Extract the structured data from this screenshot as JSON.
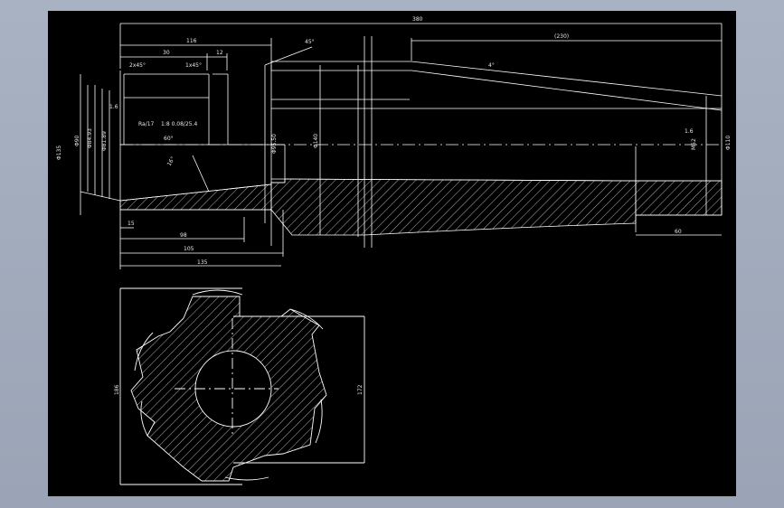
{
  "drawing": {
    "colors": {
      "background": "#000000",
      "line": "#ffffff",
      "frame_surround": "#a9b2c2"
    },
    "top_view": {
      "dims": {
        "overall_length": "380",
        "shank_length": "116",
        "collar_len": "30",
        "head_small": "12",
        "chamfer_a": "2x45°",
        "chamfer_b": "1x45°",
        "taper_len": "(230)",
        "angle_top": "45°",
        "angle_taper": "4°",
        "surface_a": "1.6",
        "surface_b": "1.6",
        "gdt_note": "Ra/17",
        "gdt_tol": "1:8 0.08/25.4",
        "angle_inner": "60°",
        "dia_left_1": "Φ135",
        "dia_left_2": "Φ90",
        "dia_left_3": "Φ84.93",
        "dia_left_4": "Φ81.89",
        "dia_mid_1": "Φ95.50",
        "dia_mid_2": "Φ140",
        "dia_right_1": "M52",
        "dia_right_2": "Φ110",
        "angle_cone": "16°",
        "bottom_15": "15",
        "bottom_98": "98",
        "bottom_105": "105",
        "bottom_135": "135",
        "right_60": "60"
      }
    },
    "end_view": {
      "dims": {
        "height_left": "186",
        "height_right": "172"
      }
    }
  }
}
